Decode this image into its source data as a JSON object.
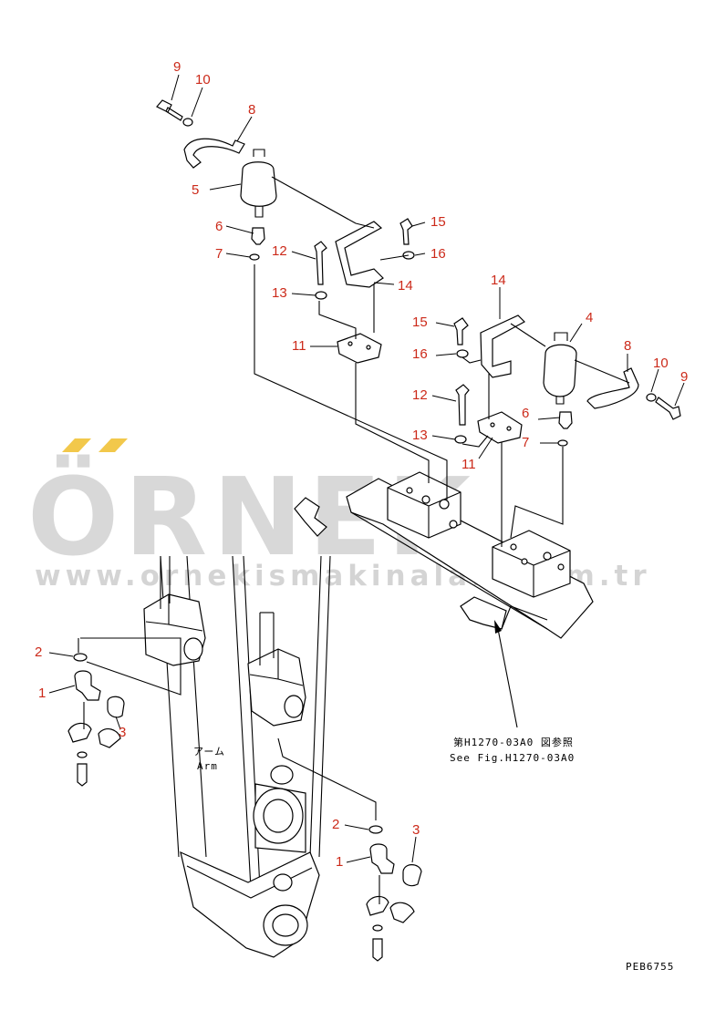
{
  "watermark": {
    "brand": "ÖRNEK",
    "url": "www.ornekismakinalari.com.tr",
    "accent_color": "#f2c84b",
    "text_color": "#b9b9b9"
  },
  "labels": {
    "arm_jp": "アーム",
    "arm_en": "Arm",
    "ref_jp": "第H1270-03A0 図参照",
    "ref_en": "See Fig.H1270-03A0",
    "code": "PEB6755"
  },
  "callouts": {
    "c9a": "9",
    "c10a": "10",
    "c8a": "8",
    "c5": "5",
    "c6a": "6",
    "c7a": "7",
    "c15a": "15",
    "c16a": "16",
    "c12a": "12",
    "c14a": "14",
    "c13a": "13",
    "c11a": "11",
    "c14b": "14",
    "c15b": "15",
    "c4": "4",
    "c16b": "16",
    "c8b": "8",
    "c10b": "10",
    "c9b": "9",
    "c12b": "12",
    "c6b": "6",
    "c13b": "13",
    "c7b": "7",
    "c11b": "11",
    "c2a": "2",
    "c1a": "1",
    "c3a": "3",
    "c2b": "2",
    "c3b": "3",
    "c1b": "1"
  },
  "colors": {
    "callout": "#cc2a1a",
    "linework": "#000000"
  }
}
